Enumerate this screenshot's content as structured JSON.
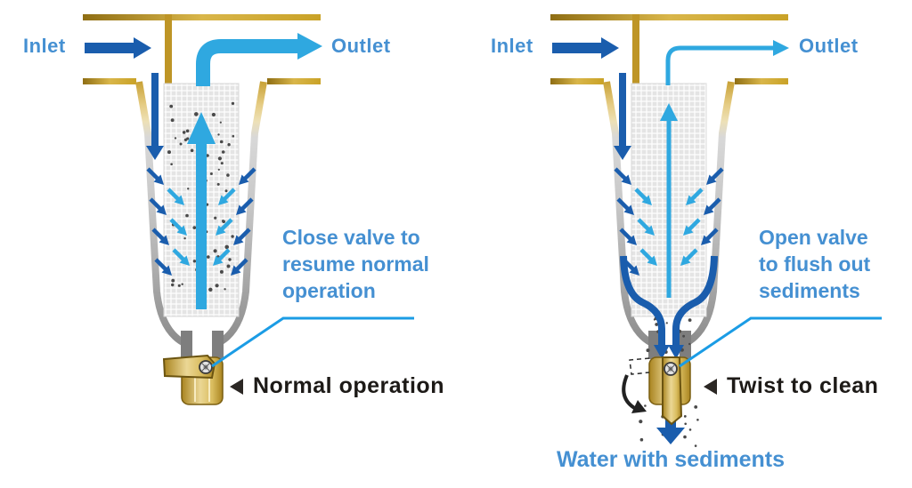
{
  "colors": {
    "label_blue": "#4590D2",
    "dark_blue": "#1A5DAD",
    "light_blue": "#2FA8E0",
    "gold": "#C49B2B",
    "callout_line_blue": "#1B9CE5",
    "status_text_black": "#1d1a17"
  },
  "left_diagram": {
    "inlet_label": "Inlet",
    "outlet_label": "Outlet",
    "callout_text": "Close valve to\nresume normal\noperation",
    "status_label": "Normal operation"
  },
  "right_diagram": {
    "inlet_label": "Inlet",
    "outlet_label": "Outlet",
    "callout_text": "Open valve\nto flush out\nsediments",
    "status_label": "Twist to clean",
    "bottom_label": "Water with sediments"
  }
}
